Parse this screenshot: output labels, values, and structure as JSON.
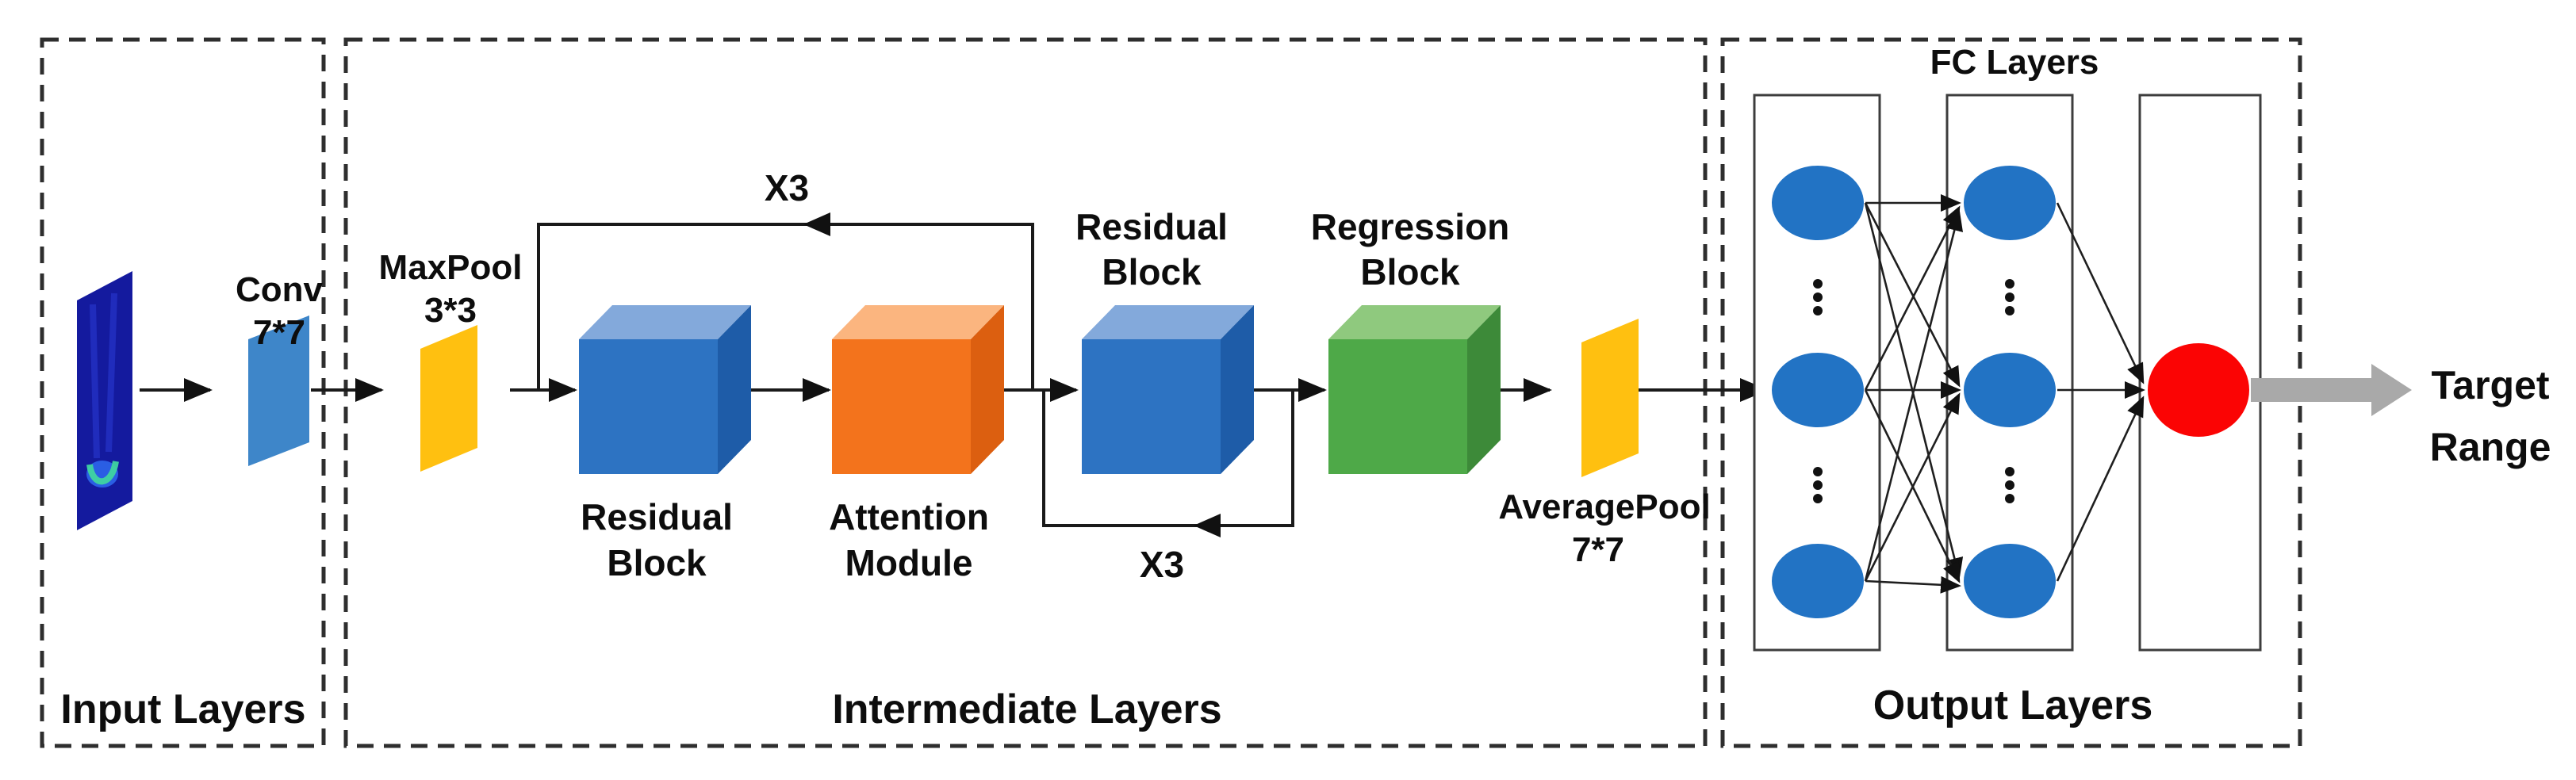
{
  "sections": {
    "input": {
      "label": "Input Layers"
    },
    "intermediate": {
      "label": "Intermediate Layers"
    },
    "output": {
      "label": "Output Layers",
      "fc_label": "FC Layers"
    }
  },
  "blocks": {
    "conv": {
      "line1": "Conv",
      "line2": "7*7"
    },
    "maxpool": {
      "line1": "MaxPool",
      "line2": "3*3"
    },
    "residual1": {
      "line1": "Residual",
      "line2": "Block"
    },
    "attention": {
      "line1": "Attention",
      "line2": "Module"
    },
    "residual2": {
      "line1": "Residual",
      "line2": "Block"
    },
    "regression": {
      "line1": "Regression",
      "line2": "Block"
    },
    "avgpool": {
      "line1": "AveragePool",
      "line2": "7*7"
    }
  },
  "loops": {
    "top_label": "X3",
    "bottom_label": "X3"
  },
  "result": {
    "line1": "Target",
    "line2": "Range"
  },
  "colors": {
    "plane_blue": "#3E86C9",
    "plane_gold": "#FFC010",
    "cube_blue_front": "#2D73C2",
    "cube_blue_top": "#83A9DB",
    "cube_blue_side": "#1E5CA8",
    "cube_orange_front": "#F3731C",
    "cube_orange_top": "#FBB57F",
    "cube_orange_side": "#DC5F10",
    "cube_green_front": "#4EA948",
    "cube_green_top": "#8FC97E",
    "cube_green_side": "#3D8A39",
    "node_blue": "#2273C4",
    "node_red": "#FB0404",
    "input_img_bg": "#141A9E",
    "input_img_streak": "#2B3BD6",
    "input_img_glow": "#2E6BF0",
    "input_img_core": "#3FD4A0",
    "arrow_gray": "#A9A9A9"
  }
}
